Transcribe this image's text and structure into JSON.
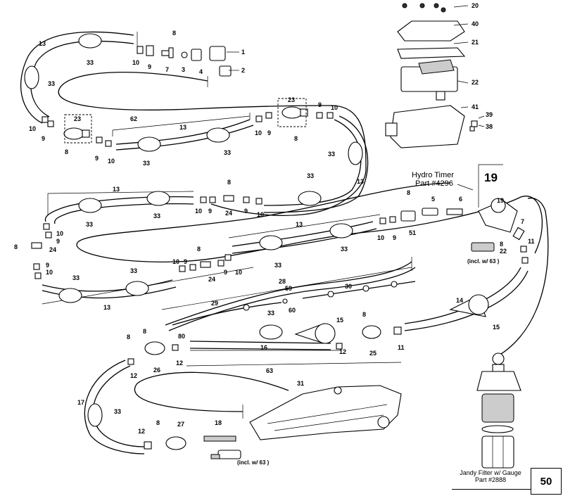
{
  "callouts": {
    "c1": "1",
    "c2": "2",
    "c3": "3",
    "c4": "4",
    "c5": "5",
    "c6": "6",
    "c7": "7",
    "c8": "8",
    "c9": "9",
    "c10": "10",
    "c11": "11",
    "c12": "12",
    "c13": "13",
    "c14": "14",
    "c15": "15",
    "c16": "16",
    "c17": "17",
    "c18": "18",
    "c19": "19",
    "c20": "20",
    "c21": "21",
    "c22": "22",
    "c23": "23",
    "c24": "24",
    "c25": "25",
    "c26": "26",
    "c27": "27",
    "c28": "28",
    "c29": "29",
    "c30": "30",
    "c31": "31",
    "c33": "33",
    "c38": "38",
    "c39": "39",
    "c40": "40",
    "c41": "41",
    "c51": "51",
    "c59": "59",
    "c60": "60",
    "c62": "62",
    "c63": "63",
    "c80": "80"
  },
  "hydro_timer": {
    "title": "Hydro Timer",
    "part": "Part #4296",
    "ref": "19"
  },
  "notes": {
    "incl_w63_a": "(incl. w/ 63 )",
    "incl_w63_b": "(incl. w/ 63 )"
  },
  "footer": {
    "caption_line1": "Jandy Filter w/ Gauge",
    "caption_line2": "Part #2888",
    "page_number": "50"
  }
}
